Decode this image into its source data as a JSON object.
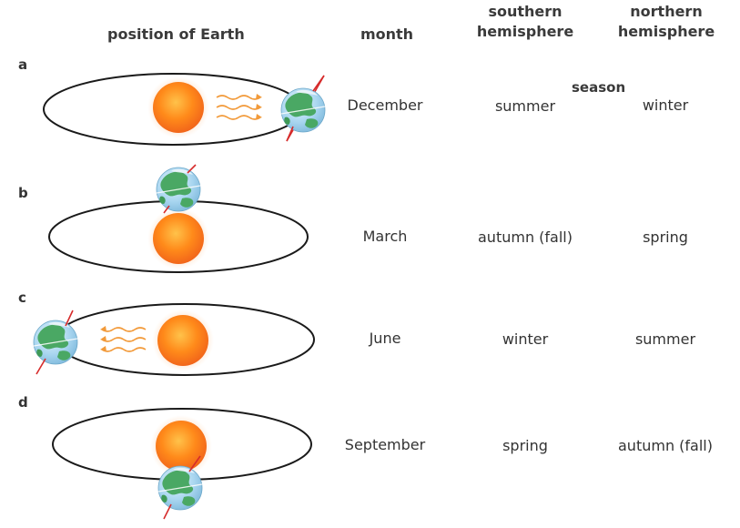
{
  "headers": {
    "position": "position of Earth",
    "month": "month",
    "southern": [
      "southern",
      "hemisphere"
    ],
    "northern": [
      "northern",
      "hemisphere"
    ],
    "season": "season"
  },
  "rows": [
    {
      "label": "a",
      "month": "December",
      "southern": "summer",
      "northern": "winter",
      "rays": "toward-earth-right"
    },
    {
      "label": "b",
      "month": "March",
      "southern": "autumn (fall)",
      "northern": "spring",
      "rays": "none"
    },
    {
      "label": "c",
      "month": "June",
      "southern": "winter",
      "northern": "summer",
      "rays": "toward-earth-left"
    },
    {
      "label": "d",
      "month": "September",
      "southern": "spring",
      "northern": "autumn (fall)",
      "rays": "none"
    }
  ],
  "icons": {
    "sun": "sun-icon",
    "earth": "earth-globe-icon",
    "rays": "heat-rays-icon",
    "axis": "earth-axis-icon"
  },
  "colors": {
    "sun_core": "#ff8a1a",
    "sun_glow": "#ffb070",
    "ray": "#f29a3a",
    "ocean": "#a9d6f0",
    "land": "#4aa864",
    "axis": "#d62b2b",
    "orbit": "#1a1a1a"
  }
}
